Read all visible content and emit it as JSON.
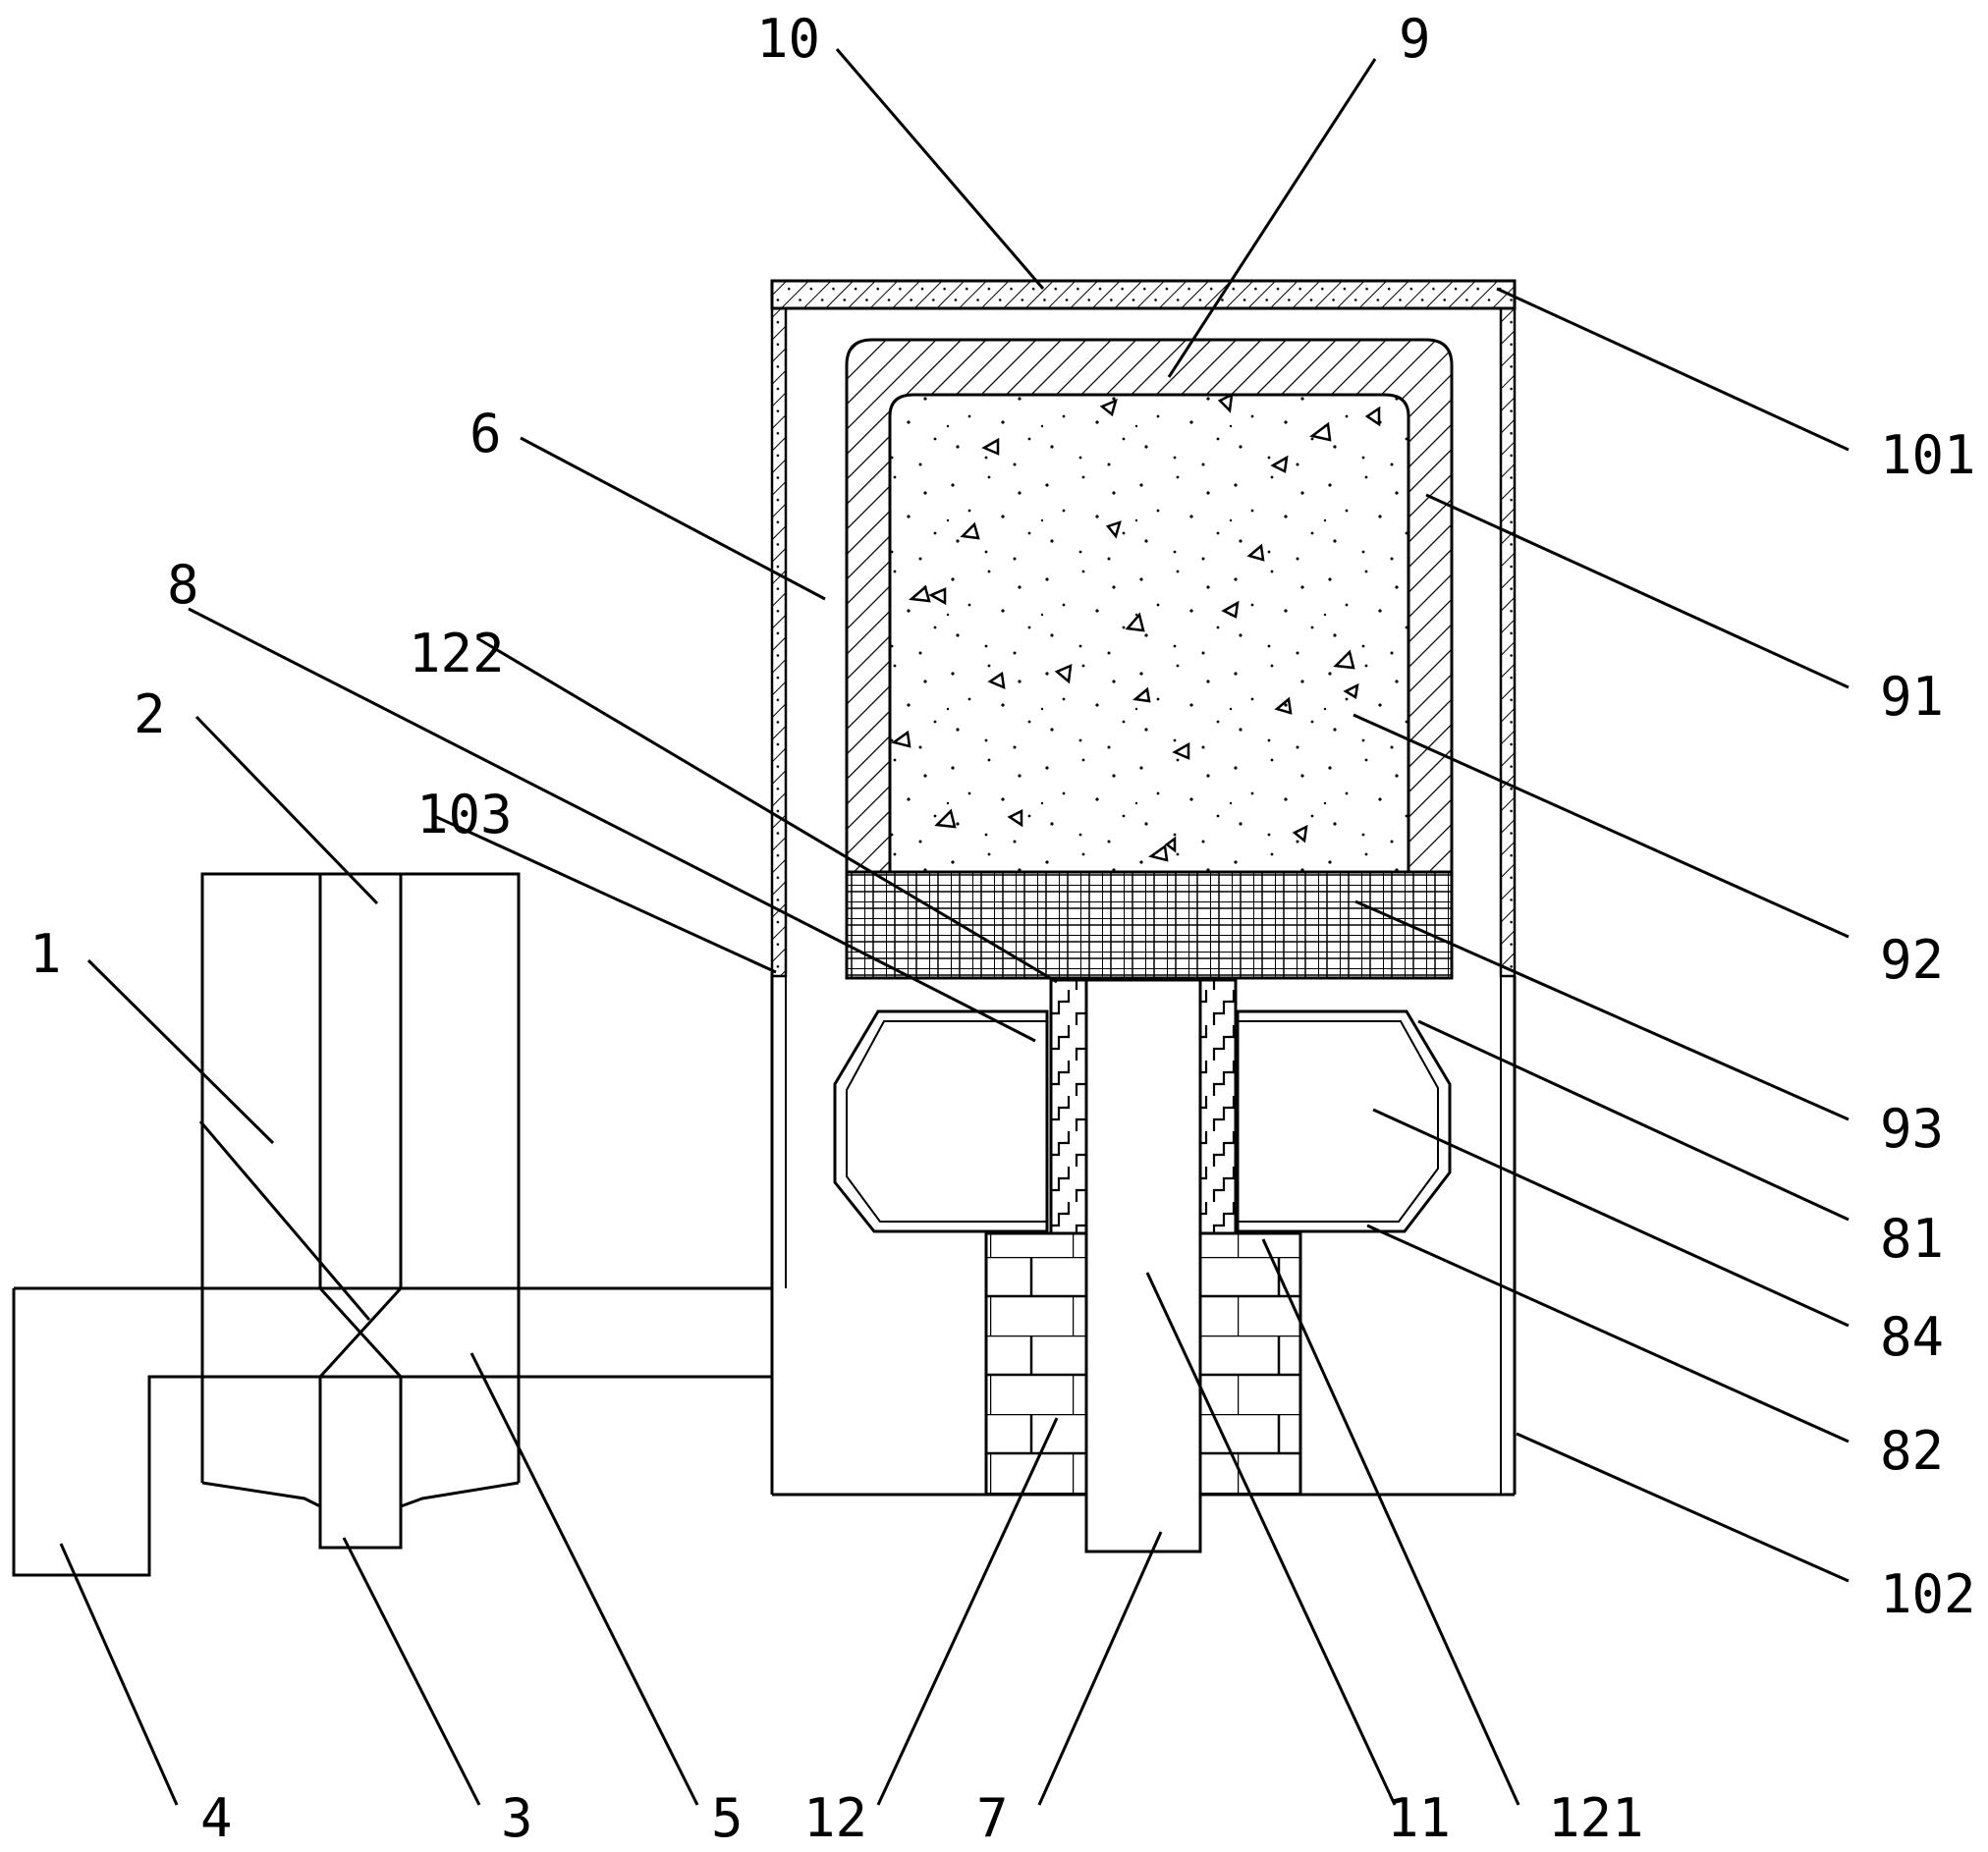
{
  "labels": {
    "l1": "1",
    "l2": "2",
    "l3": "3",
    "l4": "4",
    "l5": "5",
    "l6": "6",
    "l7": "7",
    "l8": "8",
    "l9": "9",
    "l10": "10",
    "l11": "11",
    "l12": "12",
    "l81": "81",
    "l82": "82",
    "l84": "84",
    "l91": "91",
    "l92": "92",
    "l93": "93",
    "l101": "101",
    "l102": "102",
    "l103": "103",
    "l121": "121",
    "l122": "122"
  }
}
